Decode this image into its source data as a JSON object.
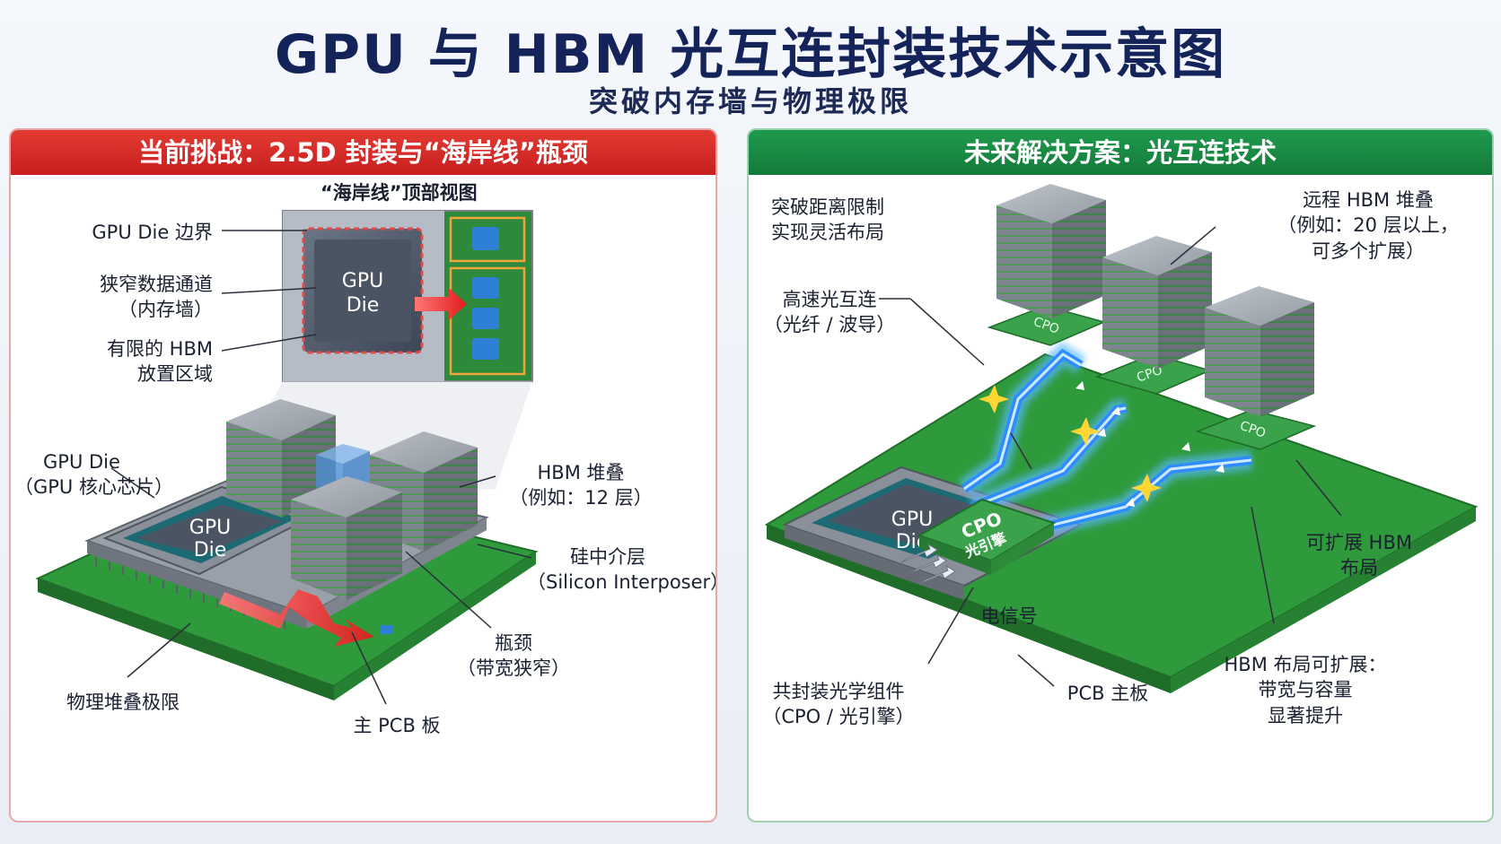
{
  "header": {
    "title": "GPU 与 HBM 光互连封装技术示意图",
    "subtitle": "突破内存墙与物理极限"
  },
  "left_panel": {
    "heading": "当前挑战：2.5D 封装与“海岸线”瓶颈",
    "inset_title": "“海岸线”顶部视图",
    "labels": {
      "gpu_die_boundary": "GPU Die 边界",
      "narrow_channel_1": "狭窄数据通道",
      "narrow_channel_2": "（内存墙）",
      "limited_hbm_1": "有限的 HBM",
      "limited_hbm_2": "放置区域",
      "gpu_die_1": "GPU Die",
      "gpu_die_2": "（GPU 核心芯片）",
      "hbm_stack_1": "HBM 堆叠",
      "hbm_stack_2": "（例如：12 层）",
      "interposer_1": "硅中介层",
      "interposer_2": "（Silicon Interposer）",
      "bottleneck_1": "瓶颈",
      "bottleneck_2": "（带宽狭窄）",
      "physical_limit": "物理堆叠极限",
      "main_pcb": "主 PCB 板"
    },
    "chip_text_1": "GPU",
    "chip_text_2": "Die"
  },
  "right_panel": {
    "heading": "未来解决方案：光互连技术",
    "labels": {
      "break_distance_1": "突破距离限制",
      "break_distance_2": "实现灵活布局",
      "remote_hbm_1": "远程 HBM 堆叠",
      "remote_hbm_2": "（例如：20 层以上，",
      "remote_hbm_3": "可多个扩展）",
      "optical_1": "高速光互连",
      "optical_2": "（光纤 / 波导）",
      "scalable_hbm_1": "可扩展 HBM",
      "scalable_hbm_2": "布局",
      "electrical": "电信号",
      "cpo_component_1": "共封装光学组件",
      "cpo_component_2": "（CPO / 光引擎）",
      "pcb_main": "PCB 主板",
      "hbm_scalable_1": "HBM 布局可扩展：",
      "hbm_scalable_2": "带宽与容量",
      "hbm_scalable_3": "显著提升"
    },
    "chip_text_1": "GPU",
    "chip_text_2": "Die",
    "cpo_text_1": "CPO",
    "cpo_text_2": "光引擎",
    "cpo_tag": "CPO"
  },
  "colors": {
    "title": "#14235a",
    "red_header": "#d6292a",
    "green_header": "#18893f",
    "pcb_green": "#2f9a3c",
    "optical_blue": "#2f8cff"
  }
}
